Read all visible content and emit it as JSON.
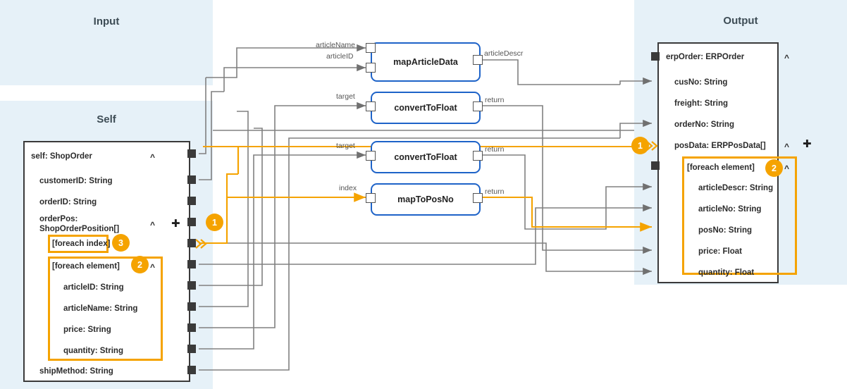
{
  "panels": {
    "input": {
      "title": "Input"
    },
    "self": {
      "title": "Self"
    },
    "output": {
      "title": "Output"
    }
  },
  "colors": {
    "panel_bg": "#e6f1f8",
    "accent_orange": "#f5a300",
    "function_border": "#1e63c8",
    "wire_gray": "#808080",
    "card_border": "#3a3a3a"
  },
  "self_card": {
    "root": "self: ShopOrder",
    "fields": [
      {
        "label": "customerID: String"
      },
      {
        "label": "orderID: String"
      },
      {
        "label": "orderPos:"
      },
      {
        "label": "ShopOrderPosition[]"
      }
    ],
    "foreach_index": "[foreach index]",
    "foreach_element": "[foreach element]",
    "element_fields": [
      {
        "label": "articleID: String"
      },
      {
        "label": "articleName: String"
      },
      {
        "label": "price: String"
      },
      {
        "label": "quantity: String"
      }
    ],
    "tail_field": "shipMethod: String",
    "badges": {
      "orderpos": "1",
      "foreach_index": "3",
      "foreach_element": "2"
    },
    "icons": {
      "collapse": "chevron-up-icon",
      "add": "plus-icon"
    }
  },
  "output_card": {
    "root": "erpOrder: ERPOrder",
    "fields": [
      {
        "label": "cusNo: String"
      },
      {
        "label": "freight: String"
      },
      {
        "label": "orderNo: String"
      },
      {
        "label": "posData: ERPPosData[]"
      }
    ],
    "foreach_element": "[foreach element]",
    "element_fields": [
      {
        "label": "articleDescr: String"
      },
      {
        "label": "articleNo: String"
      },
      {
        "label": "posNo: String"
      },
      {
        "label": "price: Float"
      },
      {
        "label": "quantity: Float"
      }
    ],
    "badges": {
      "posdata": "1",
      "foreach_element": "2"
    },
    "icons": {
      "collapse": "chevron-up-icon",
      "add": "plus-icon"
    }
  },
  "functions": [
    {
      "name": "mapArticleData",
      "inputs": [
        "articleName",
        "articleID"
      ],
      "outputs": [
        "articleDescr"
      ]
    },
    {
      "name": "convertToFloat",
      "inputs": [
        "target"
      ],
      "outputs": [
        "return"
      ]
    },
    {
      "name": "convertToFloat",
      "inputs": [
        "target"
      ],
      "outputs": [
        "return"
      ]
    },
    {
      "name": "mapToPosNo",
      "inputs": [
        "index"
      ],
      "outputs": [
        "return"
      ]
    }
  ]
}
